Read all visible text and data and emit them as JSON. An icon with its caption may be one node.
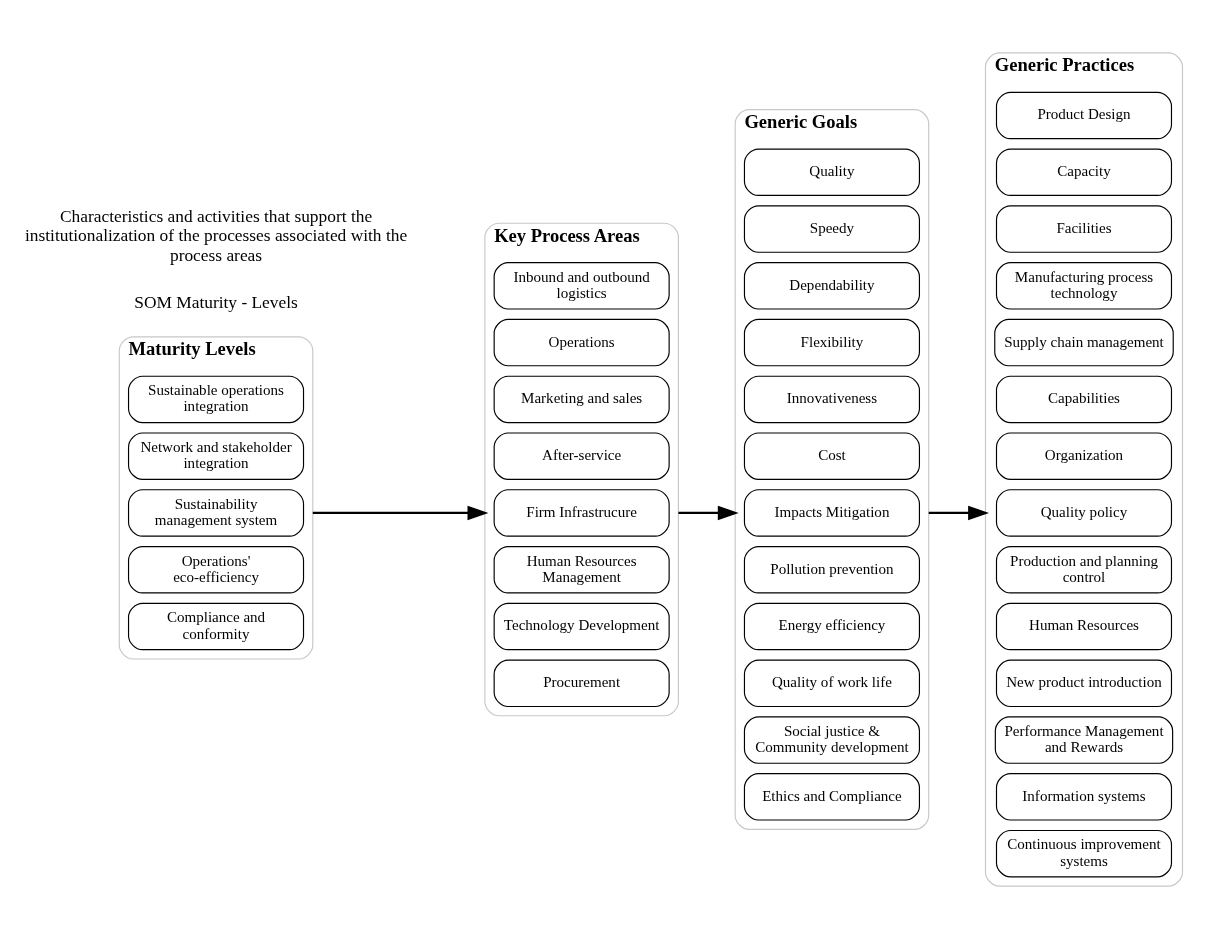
{
  "diagram": {
    "nodes": [
      {
        "text": [
          "Maturity Levels"
        ]
      },
      {
        "text": [
          "Sustainable operations integration"
        ],
        "in": 0
      },
      {
        "text": [
          "Network and stakeholder integration"
        ],
        "in": 0
      },
      {
        "text": [
          "Sustainability management system"
        ],
        "in": 0
      },
      {
        "text": [
          "Operations' eco-efficiency"
        ],
        "in": 0
      },
      {
        "text": [
          "Compliance and conformity"
        ],
        "in": 0
      },
      {
        "text": [
          "Key Process Areas"
        ]
      },
      {
        "text": [
          "Inbound and outbound logistics"
        ],
        "in": 6
      },
      {
        "text": [
          "Operations"
        ],
        "in": 6
      },
      {
        "text": [
          "Marketing and sales"
        ],
        "in": 6
      },
      {
        "text": [
          "After-service"
        ],
        "in": 6
      },
      {
        "text": [
          "Firm Infrastrucure"
        ],
        "in": 6
      },
      {
        "text": [
          "Human Resources Management"
        ],
        "in": 6
      },
      {
        "text": [
          "Technology Development"
        ],
        "in": 6
      },
      {
        "text": [
          "Procurement"
        ],
        "in": 6
      },
      {
        "text": [
          "Generic Goals"
        ]
      },
      {
        "text": [
          "Quality"
        ],
        "in": 15
      },
      {
        "text": [
          "Speedy"
        ],
        "in": 15
      },
      {
        "text": [
          "Dependability"
        ],
        "in": 15
      },
      {
        "text": [
          "Flexibility"
        ],
        "in": 15
      },
      {
        "text": [
          "Innovativeness"
        ],
        "in": 15
      },
      {
        "text": [
          "Cost"
        ],
        "in": 15
      },
      {
        "text": [
          "Impacts Mitigation"
        ],
        "in": 15
      },
      {
        "text": [
          "Pollution prevention"
        ],
        "in": 15
      },
      {
        "text": [
          "Energy efficiency"
        ],
        "in": 15
      },
      {
        "text": [
          "Quality of work life"
        ],
        "in": 15
      },
      {
        "text": [
          "Social justice & Community development"
        ],
        "in": 15
      },
      {
        "text": [
          "Ethics and Compliance"
        ],
        "in": 15
      },
      {
        "text": [
          "Generic Practices"
        ]
      },
      {
        "text": [
          "Product Design"
        ],
        "in": 28
      },
      {
        "text": [
          "Capacity"
        ],
        "in": 28
      },
      {
        "text": [
          "Facilities"
        ],
        "in": 28
      },
      {
        "text": [
          "Manufacturing process technology"
        ],
        "in": 28
      },
      {
        "text": [
          "Supply chain management"
        ],
        "in": 28
      },
      {
        "text": [
          "Capabilities"
        ],
        "in": 28
      },
      {
        "text": [
          "Organization"
        ],
        "in": 28
      },
      {
        "text": [
          "Quality policy"
        ],
        "in": 28
      },
      {
        "text": [
          "Production and planning control"
        ],
        "in": 28
      },
      {
        "text": [
          "Human Resources"
        ],
        "in": 28
      },
      {
        "text": [
          "New product introduction"
        ],
        "in": 28
      },
      {
        "text": [
          "Performance Management and Rewards"
        ],
        "in": 28
      },
      {
        "text": [
          "Information systems"
        ],
        "in": 28
      },
      {
        "text": [
          "Continuous improvement systems"
        ],
        "in": 28
      }
    ],
    "edges": [
      {
        "from": 0,
        "to": 6,
        "arrow": "to"
      },
      {
        "from": 6,
        "to": 15,
        "arrow": "to"
      },
      {
        "from": 15,
        "to": 28,
        "arrow": "to"
      }
    ],
    "labels": [
      "SOM Maturity - Levels",
      "Characteristics and activities that support the institutionalization of the processes associated with the process areas"
    ]
  }
}
